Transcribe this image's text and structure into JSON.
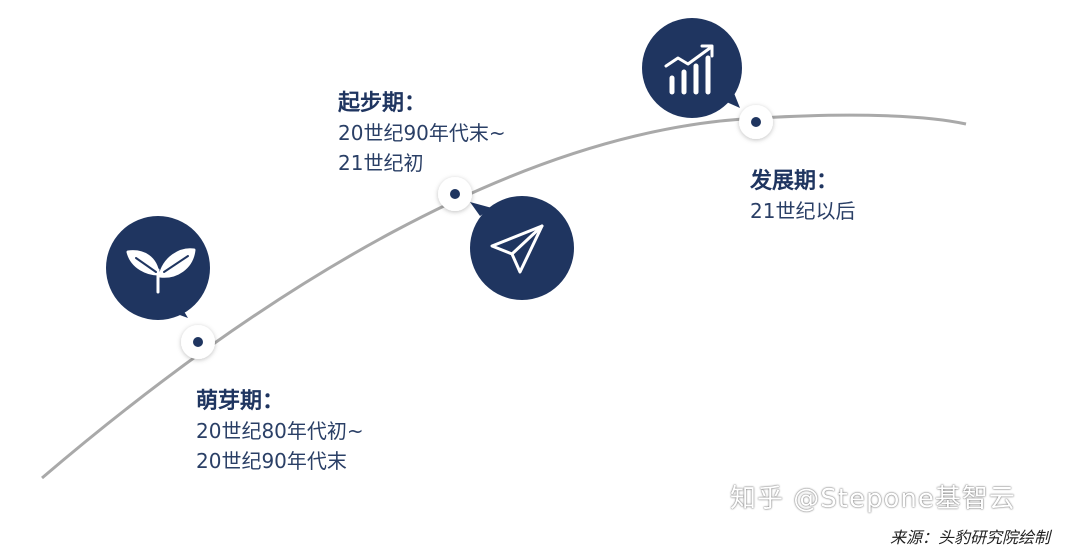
{
  "stages": [
    {
      "title": "萌芽期：",
      "lines": [
        "20世纪80年代初~",
        "20世纪90年代末"
      ],
      "icon": "sprout-icon"
    },
    {
      "title": "起步期：",
      "lines": [
        "20世纪90年代末~",
        "21世纪初"
      ],
      "icon": "paper-plane-icon"
    },
    {
      "title": "发展期：",
      "lines": [
        "21世纪以后"
      ],
      "icon": "growth-chart-icon"
    }
  ],
  "watermark": "知乎 @Stepone基智云",
  "source": "来源：头豹研究院绘制",
  "colors": {
    "navy": "#1f3560",
    "curve": "#a9a9a9",
    "text": "#2a3f66"
  }
}
